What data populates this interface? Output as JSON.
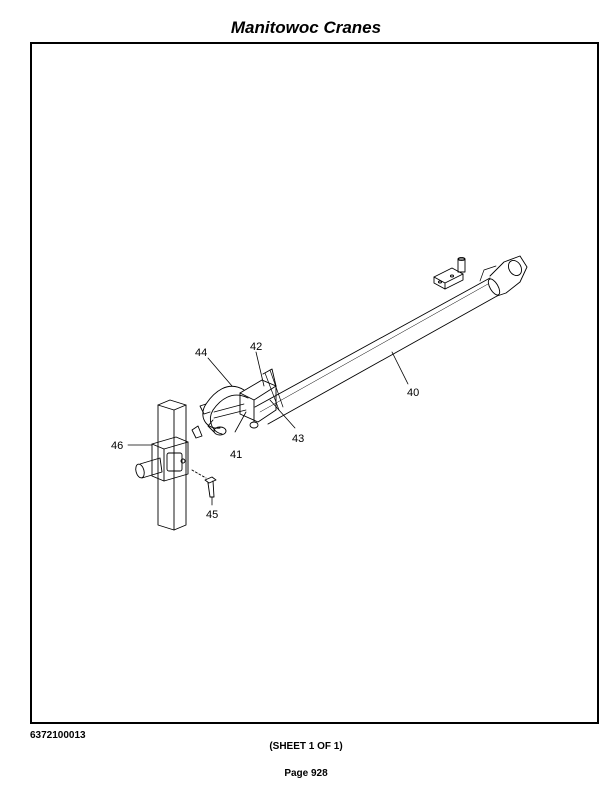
{
  "header": {
    "title": "Manitowoc Cranes"
  },
  "callouts": {
    "c40": "40",
    "c41": "41",
    "c42": "42",
    "c43": "43",
    "c44": "44",
    "c45": "45",
    "c46": "46"
  },
  "footer": {
    "drawing_number": "6372100013",
    "sheet": "(SHEET 1 OF 1)",
    "page": "Page 928"
  },
  "icons": {
    "drawing": "hydraulic-cylinder-exploded-view"
  }
}
